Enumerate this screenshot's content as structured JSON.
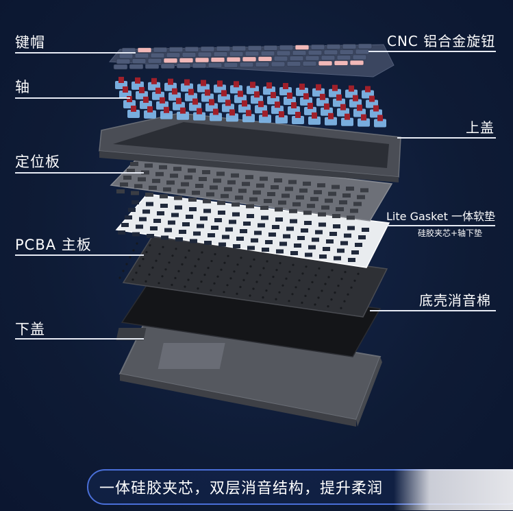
{
  "labels": {
    "keycaps": "键帽",
    "cnc_knob": "CNC 铝合金旋钮",
    "switches": "轴",
    "top_case": "上盖",
    "plate": "定位板",
    "gasket_title": "Lite Gasket 一体软垫",
    "gasket_sub": "硅胶夹芯+轴下垫",
    "pcba": "PCBA 主板",
    "foam": "底壳消音棉",
    "bottom_case": "下盖"
  },
  "banner": {
    "text": "一体硅胶夹芯，双层消音结构，提升柔润"
  },
  "colors": {
    "background": "#0e1b35",
    "keycap_dark": "#3b4660",
    "keycap_pink": "#f1b8b8",
    "switch_blue": "#7fb5e6",
    "switch_red": "#a0202a",
    "case_gray": "#4a4d55",
    "gasket_white": "#e9ecef",
    "banner_border": "#4a6fd8"
  }
}
